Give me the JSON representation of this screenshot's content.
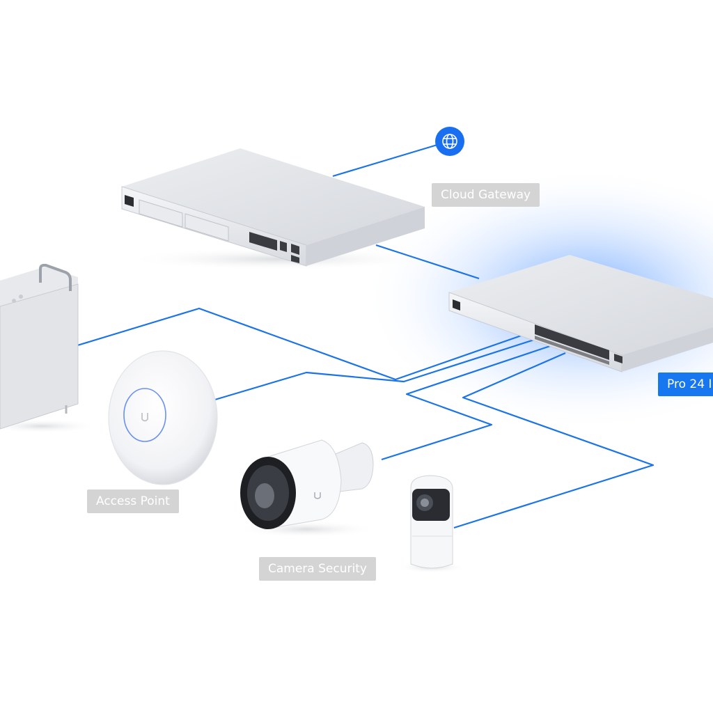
{
  "labels": {
    "cloud_gateway": "Cloud Gateway",
    "switch": "Pro 24 I",
    "access_point": "Access Point",
    "camera_security": "Camera Security"
  },
  "colors": {
    "link_line": "#1a73e8",
    "internet_badge": "#1a6ff0",
    "switch_glow": "#3d8bff",
    "label_gray": "#d4d4d4",
    "label_blue": "#1677f0",
    "device_body": "#e4e6ea"
  },
  "icons": [
    "globe-icon"
  ]
}
